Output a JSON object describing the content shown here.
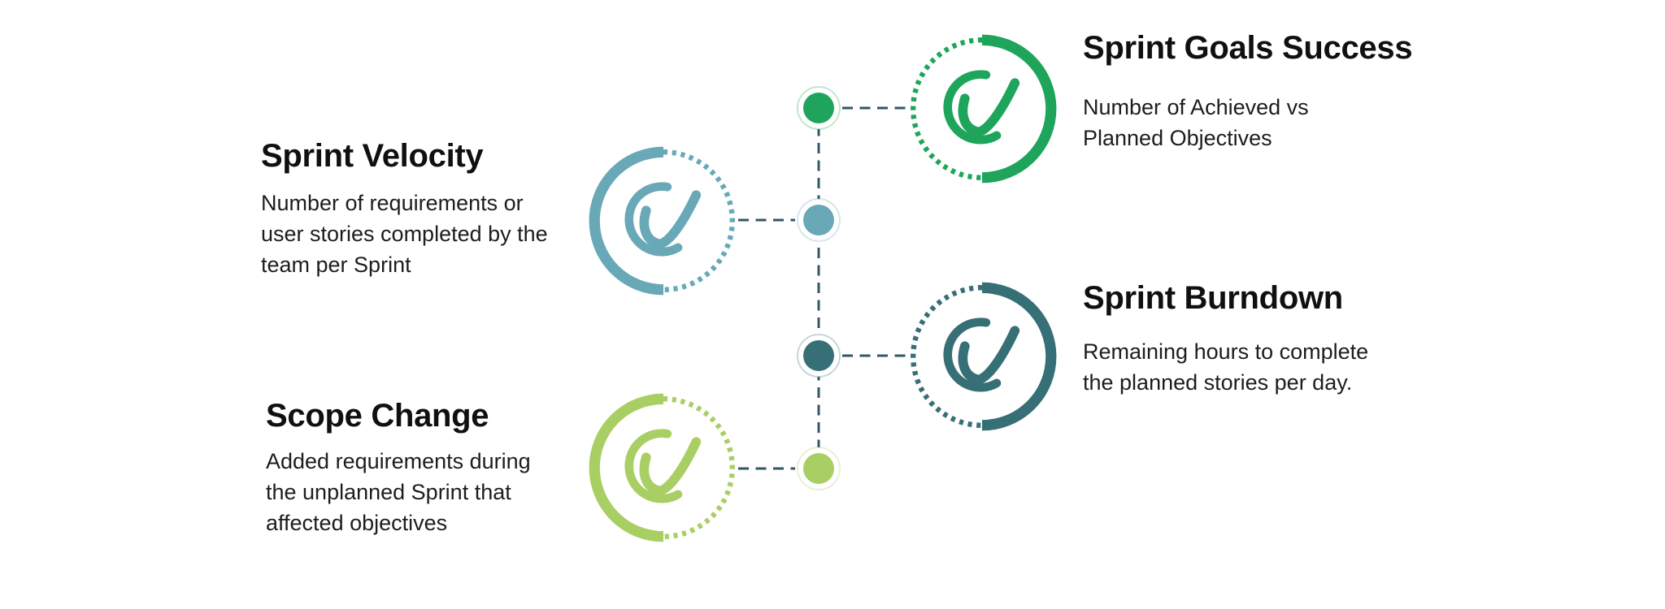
{
  "background": "#ffffff",
  "connector": {
    "color": "#315767"
  },
  "items": [
    {
      "id": "sprint-goals-success",
      "title": "Sprint Goals Success",
      "description": "Number of Achieved vs\nPlanned Objectives",
      "color": "#1ea55b",
      "side": "right",
      "icon": "check-circle-icon"
    },
    {
      "id": "sprint-velocity",
      "title": "Sprint Velocity",
      "description": "Number of requirements or\nuser stories completed by the\nteam per Sprint",
      "color": "#68a8b7",
      "side": "left",
      "icon": "check-circle-icon"
    },
    {
      "id": "sprint-burndown",
      "title": "Sprint Burndown",
      "description": "Remaining hours to complete\nthe planned stories per day.",
      "color": "#376f77",
      "side": "right",
      "icon": "check-circle-icon"
    },
    {
      "id": "scope-change",
      "title": "Scope Change",
      "description": "Added requirements during\nthe unplanned Sprint that\naffected objectives",
      "color": "#a9ce63",
      "side": "left",
      "icon": "check-circle-icon"
    }
  ]
}
